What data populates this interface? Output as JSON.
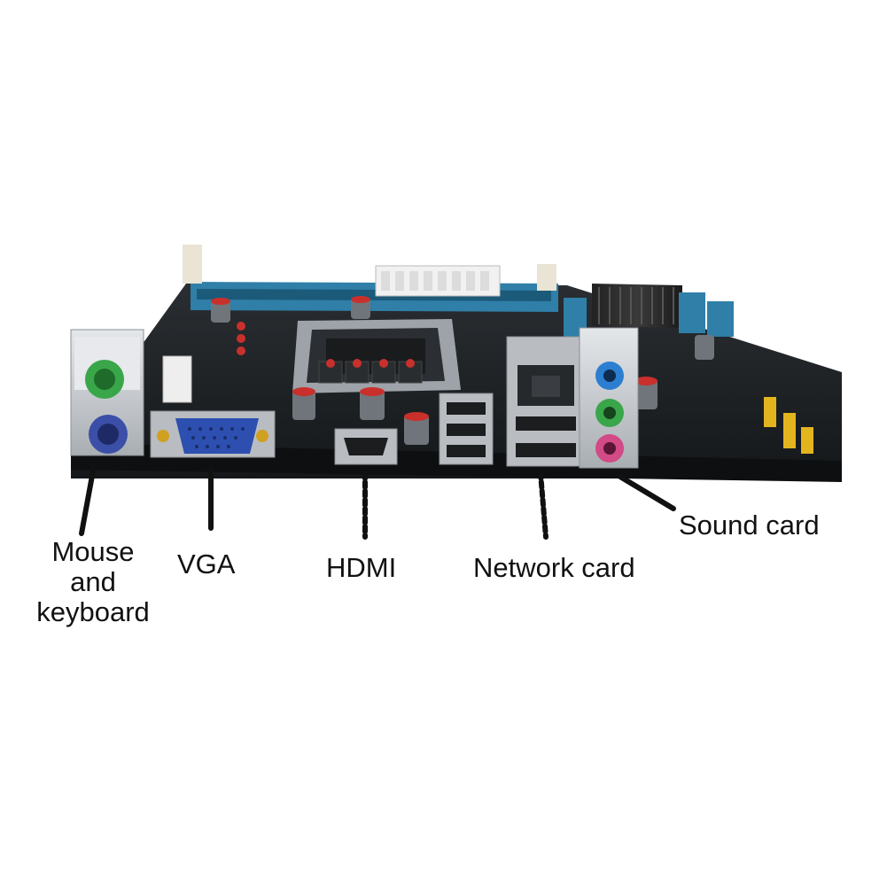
{
  "labels": {
    "mouse_keyboard": "Mouse and keyboard",
    "vga": "VGA",
    "hdmi": "HDMI",
    "network": "Network card",
    "sound": "Sound card"
  },
  "colors": {
    "pcb": "#1c1f22",
    "pcb_edge": "#0d0f10",
    "dimm_slot": "#2f7fa8",
    "ps2_mouse": "#3aa64a",
    "ps2_keyboard": "#3b4fa8",
    "vga_port": "#2d4fb0",
    "audio_blue": "#2c7fd0",
    "audio_green": "#3aa64a",
    "audio_pink": "#d24a86",
    "capacitor_band": "#c9302c",
    "header_yellow": "#e2b51e",
    "io_shield": "#c8ccd0",
    "leader_line": "#111111"
  },
  "icons": [
    "ps2-port-icon",
    "vga-port-icon",
    "hdmi-port-icon",
    "usb-port-icon",
    "rj45-port-icon",
    "audio-jack-icon"
  ]
}
